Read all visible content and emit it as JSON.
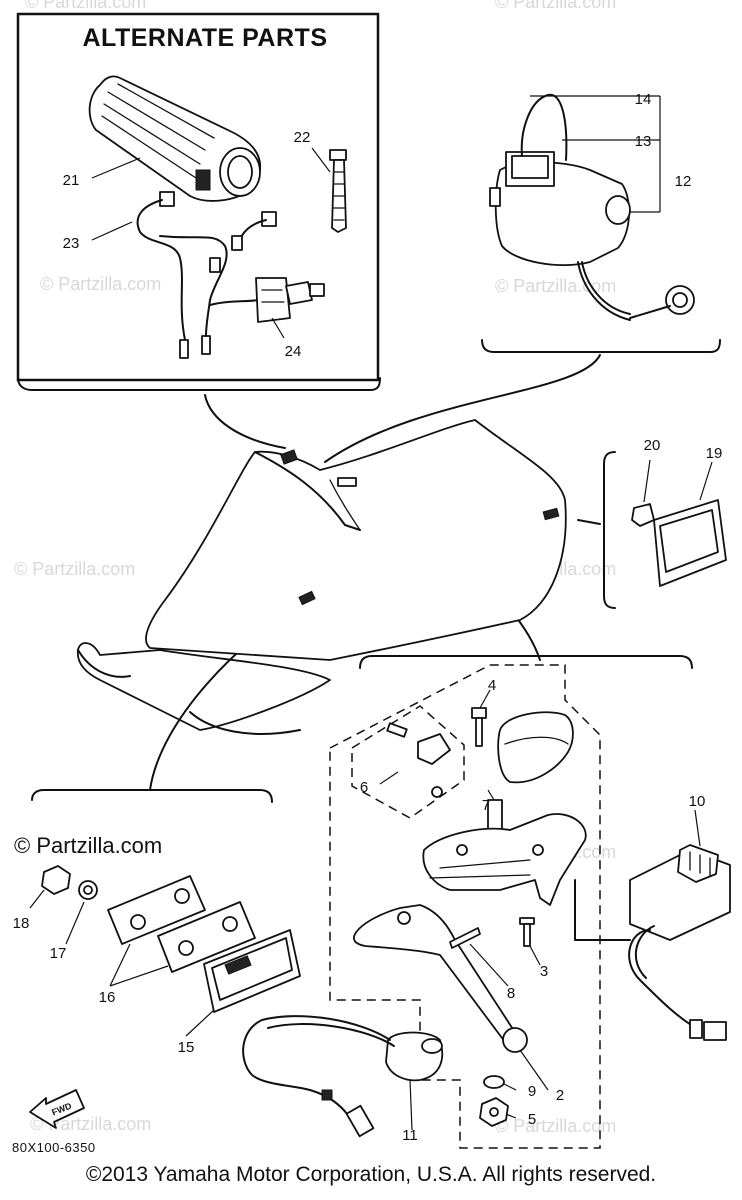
{
  "diagram": {
    "alternate_parts_title": "ALTERNATE PARTS",
    "partzilla_credit": "© Partzilla.com",
    "watermark_text": "© Partzilla.com",
    "diagram_code": "80X100-6350",
    "fwd_label": "FWD",
    "copyright": "©2013 Yamaha Motor Corporation, U.S.A. All rights reserved.",
    "callouts": [
      "2",
      "3",
      "4",
      "5",
      "6",
      "7",
      "8",
      "9",
      "10",
      "11",
      "12",
      "13",
      "14",
      "15",
      "16",
      "17",
      "18",
      "19",
      "20",
      "21",
      "22",
      "23",
      "24"
    ]
  }
}
